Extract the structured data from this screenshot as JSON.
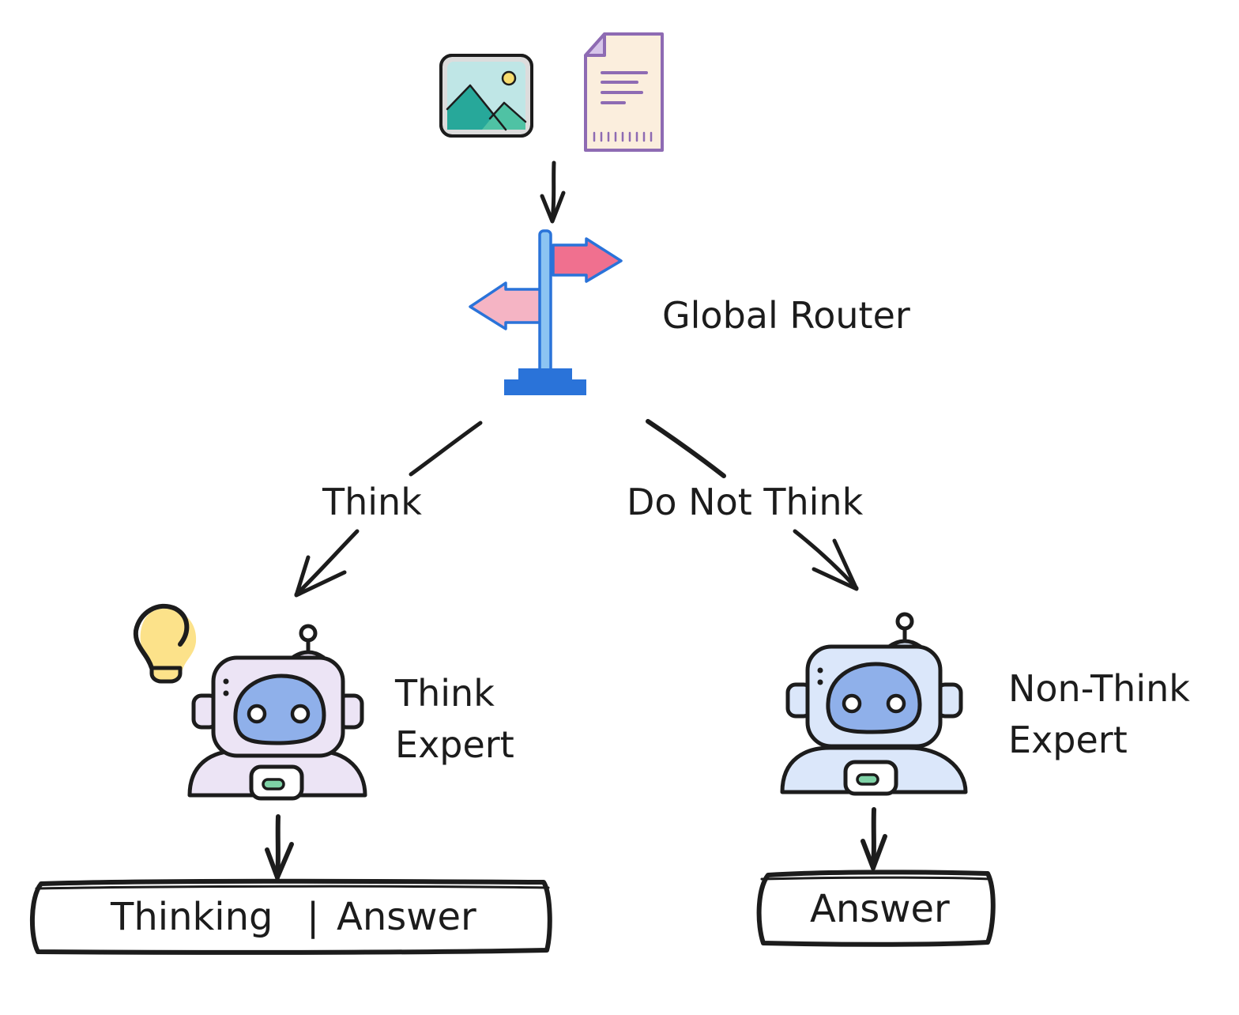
{
  "inputs": {
    "image_icon": "image-icon",
    "document_icon": "document-icon"
  },
  "router": {
    "icon": "signpost-icon",
    "label": "Global Router"
  },
  "branches": {
    "left": {
      "label": "Think"
    },
    "right": {
      "label": "Do Not Think"
    }
  },
  "experts": {
    "think": {
      "icon": "robot-icon",
      "badge_icon": "lightbulb-icon",
      "label_line1": "Think",
      "label_line2": "Expert"
    },
    "nonthink": {
      "icon": "robot-icon",
      "label_line1": "Non-Think",
      "label_line2": "Expert"
    }
  },
  "outputs": {
    "think_output": {
      "part1": "Thinking",
      "separator": "|",
      "part2": "Answer"
    },
    "nonthink_output": {
      "label": "Answer"
    }
  },
  "colors": {
    "ink": "#1c1c1c",
    "image_teal": "#27a89a",
    "image_sky": "#bfe6e6",
    "image_sun": "#f7dc6f",
    "doc_purple": "#8e6bb3",
    "doc_fill": "#fbeedd",
    "sign_pink": "#f0708f",
    "sign_pink_light": "#f5b4c4",
    "sign_post": "#5aa7e8",
    "sign_base": "#2a73d9",
    "robot_think": "#ece4f5",
    "robot_nonthink": "#dbe7fa",
    "robot_face": "#7fa6e6",
    "bulb_yellow": "#fce28a"
  }
}
